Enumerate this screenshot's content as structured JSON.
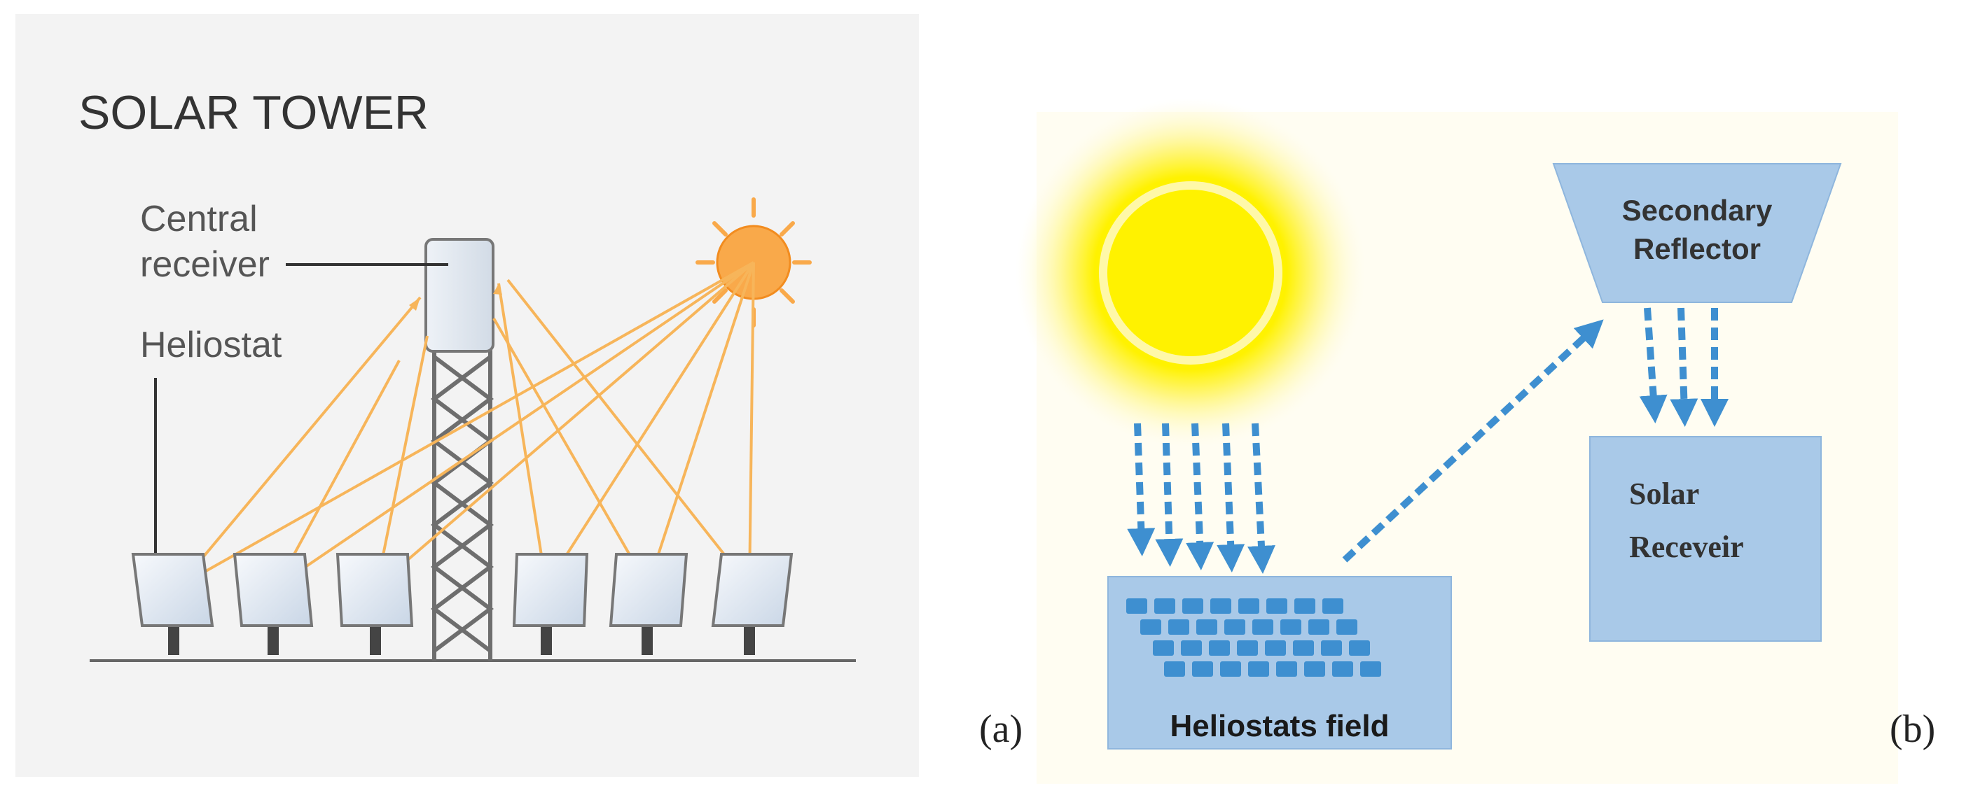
{
  "panel_a": {
    "title": "SOLAR TOWER",
    "central_receiver_line1": "Central",
    "central_receiver_line2": "receiver",
    "heliostat_label": "Heliostat",
    "caption": "(a)"
  },
  "panel_b": {
    "secondary_reflector_line1": "Secondary",
    "secondary_reflector_line2": "Reflector",
    "solar_receiver_line1": "Solar",
    "solar_receiver_line2": "Receveir",
    "heliostats_field_label": "Heliostats field",
    "caption": "(b)"
  },
  "colors": {
    "panel_a_bg": "#f3f3f3",
    "ray_orange": "#f7b55a",
    "sun_orange": "#f9a94a",
    "heliostat_blue": "#d9e3ee",
    "tower_gray": "#6e6e6e",
    "sun_yellow": "#fff200",
    "box_blue": "#a9c9e8",
    "arrow_blue": "#3e8fd0"
  }
}
